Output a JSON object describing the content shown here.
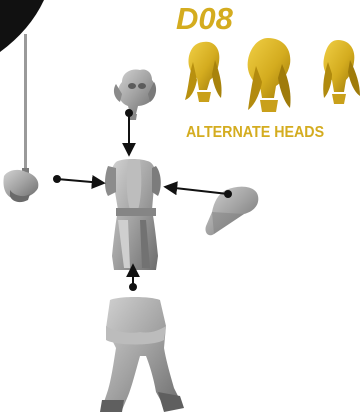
{
  "header": {
    "code": "D08",
    "label": "ALTERNATE HEADS"
  },
  "colors": {
    "gold": "#d4ac1f",
    "gold_dark": "#8a6a0a",
    "gray": "#9a9a9a",
    "gray_dark": "#5f5f5f",
    "gray_light": "#c4c4c4",
    "arrow": "#111111",
    "badge": "#111111"
  },
  "icons": {
    "alternate_heads": [
      "alt-head-icon",
      "alt-head-icon",
      "alt-head-icon"
    ],
    "parts": [
      "head-part",
      "saber-arm-part",
      "torso-part",
      "forearm-part",
      "legs-part"
    ]
  }
}
